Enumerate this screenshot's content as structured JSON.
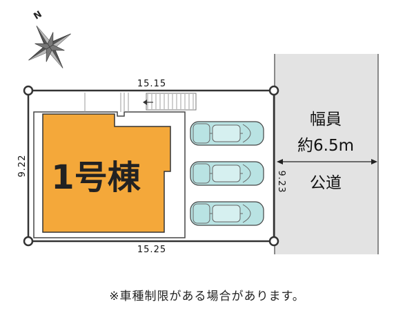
{
  "compass": {
    "label": "N",
    "icon": "compass-rose-icon"
  },
  "dimensions": {
    "top": "15.15",
    "bottom": "15.25",
    "left": "9.22",
    "right": "9.23"
  },
  "building": {
    "label": "1号棟",
    "color": "#f4a83a"
  },
  "parking": {
    "car_count": 3,
    "car_color": "#b9e3e3"
  },
  "road": {
    "width_label_line1": "幅員",
    "width_label_line2": "約6.5m",
    "type_label": "公道",
    "color": "#e3e3e3"
  },
  "note": "※車種制限がある場合があります。"
}
